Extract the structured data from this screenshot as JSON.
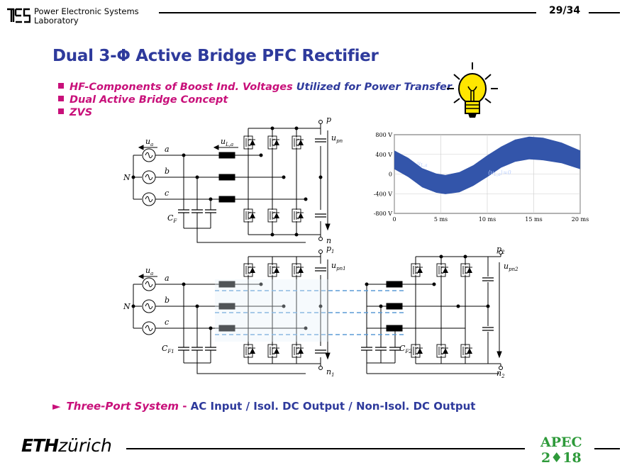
{
  "header": {
    "lab_line1": "Power Electronic Systems",
    "lab_line2": "Laboratory",
    "page": "29/34"
  },
  "title": "Dual 3-Φ Active Bridge PFC Rectifier",
  "bullets": [
    {
      "pink": "HF-Components of Boost Ind. Voltages",
      "blue": " Utilized for Power Transfer"
    },
    {
      "pink": "Dual Active Bridge Concept",
      "blue": ""
    },
    {
      "pink": "ZVS",
      "blue": ""
    }
  ],
  "bottom": {
    "pink": "Three-Port System",
    "sep": " - ",
    "blue": "AC Input / Isol. DC Output / Non-Isol. DC Output"
  },
  "footer": {
    "eth": "ETH",
    "zurich": "zürich",
    "apec_top": "APEC",
    "apec_bottom": "2♦18"
  },
  "circuit_labels": {
    "ua": "u",
    "ua_sub": "a",
    "a": "a",
    "b": "b",
    "c": "c",
    "N": "N",
    "uLa": "u",
    "uLa_sub": "L,a",
    "p": "p",
    "n": "n",
    "upn": "u",
    "upn_sub": "pn",
    "CF": "C",
    "CF_sub": "F",
    "p1": "p",
    "p1_sub": "1",
    "n1": "n",
    "n1_sub": "1",
    "upn1_sub": "pn1",
    "p2": "p",
    "p2_sub": "2",
    "n2": "n",
    "n2_sub": "2",
    "upn2_sub": "pn2",
    "CF1_sub": "F1",
    "CF2_sub": "F2"
  },
  "colors": {
    "title_blue": "#2e3a9c",
    "pink": "#c8107a",
    "plot_fill": "#3355aa",
    "dash_blue": "#5b9bd5",
    "apec_green": "#2e9a3a"
  },
  "chart_data": {
    "type": "area",
    "yticks": [
      "800 V",
      "400 V",
      "0",
      "-400 V",
      "-800 V"
    ],
    "xticks": [
      "0",
      "5 ms",
      "10 ms",
      "15 ms",
      "20 ms"
    ],
    "ylim": [
      -800,
      800
    ],
    "xlim": [
      0,
      20
    ],
    "series": [
      {
        "name": "u_L,a",
        "upper": [
          480,
          330,
          120,
          10,
          -20,
          40,
          180,
          380,
          560,
          700,
          760,
          740,
          640,
          480
        ],
        "lower": [
          100,
          -60,
          -270,
          -380,
          -410,
          -370,
          -240,
          -60,
          130,
          250,
          300,
          280,
          220,
          100
        ]
      }
    ],
    "x": [
      0,
      1.5,
      3,
      4.5,
      5.5,
      7,
      8.5,
      10,
      11.5,
      13,
      14.5,
      16,
      18,
      20
    ],
    "annotation_left": "u",
    "annotation_left_sub": "L,a",
    "annotation_right": "⟨u",
    "annotation_right_sub": "L,a",
    "annotation_right_tail": "⟩≈0"
  }
}
